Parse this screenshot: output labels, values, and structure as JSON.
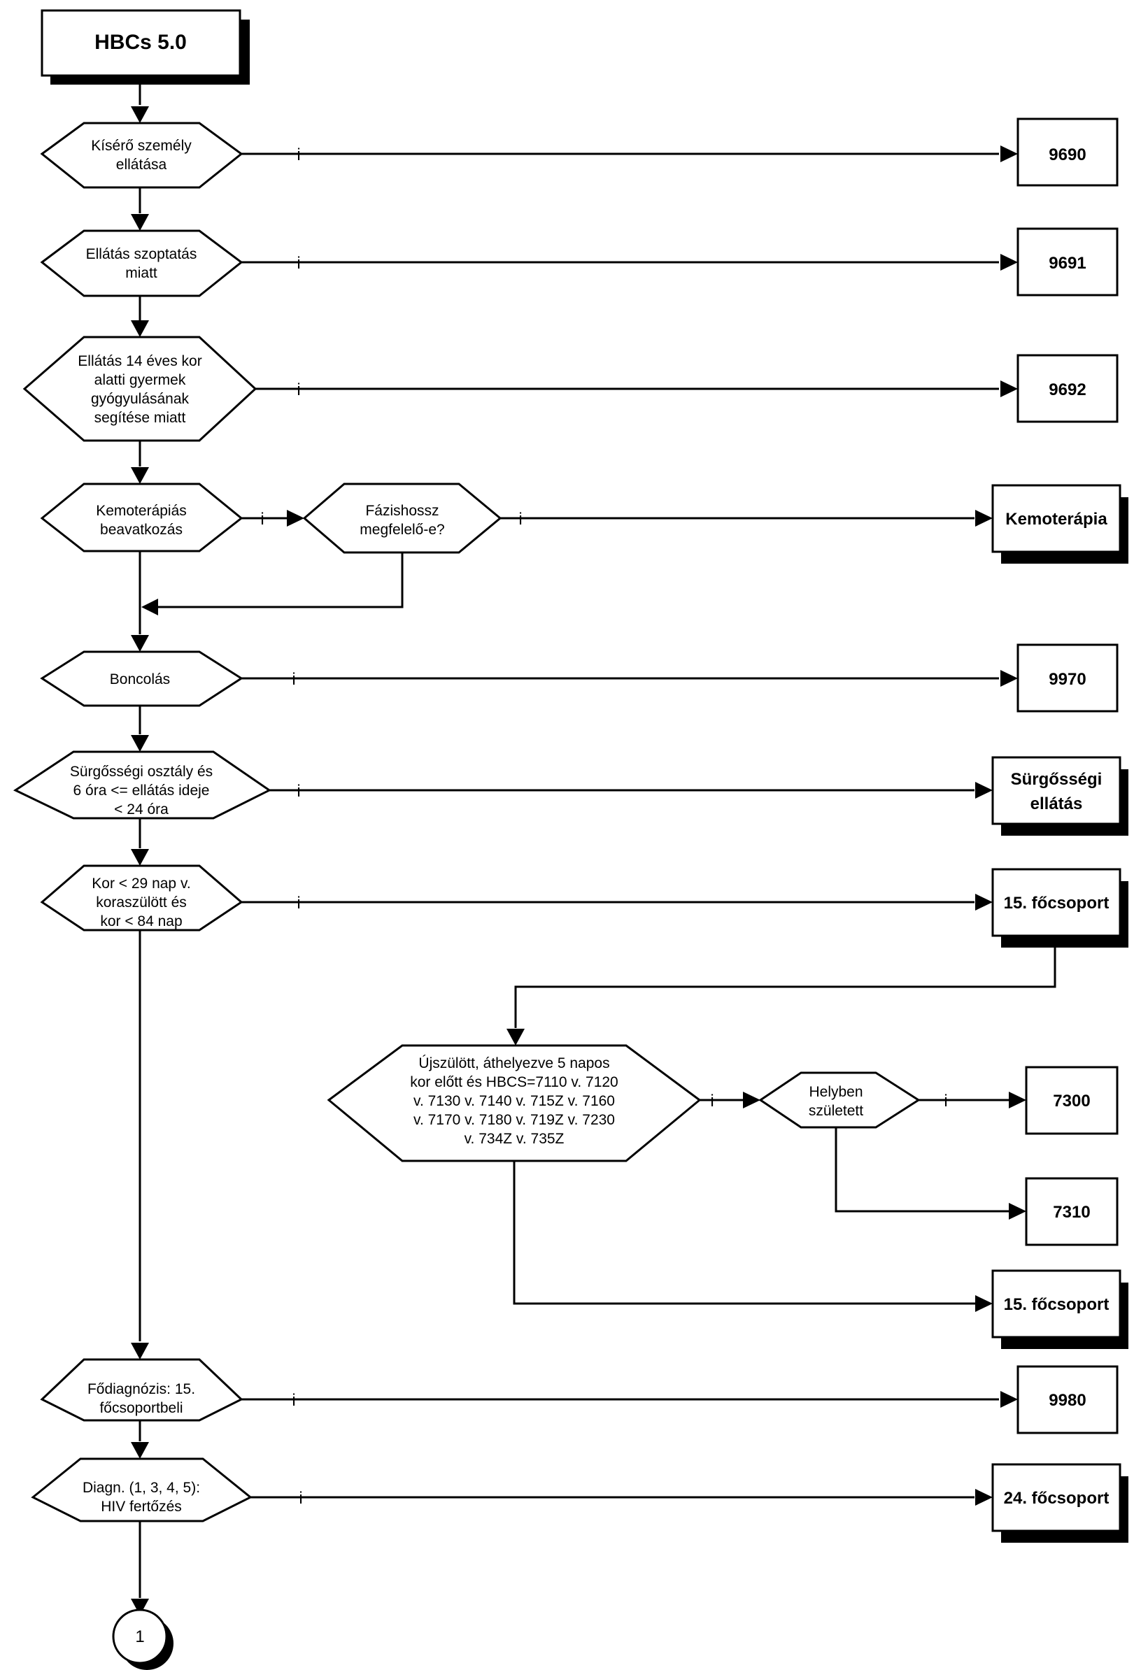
{
  "start": {
    "title": "HBCs 5.0"
  },
  "decisions": [
    {
      "id": "d1",
      "lines": [
        "Kísérő személy",
        "ellátása"
      ]
    },
    {
      "id": "d2",
      "lines": [
        "Ellátás szoptatás",
        "miatt"
      ]
    },
    {
      "id": "d3",
      "lines": [
        "Ellátás 14 éves kor",
        "alatti gyermek",
        "gyógyulásának",
        "segítése miatt"
      ]
    },
    {
      "id": "d4",
      "lines": [
        "Kemoterápiás",
        "beavatkozás"
      ]
    },
    {
      "id": "d4b",
      "lines": [
        "Fázishossz",
        "megfelelő-e?"
      ]
    },
    {
      "id": "d5",
      "lines": [
        "Boncolás"
      ]
    },
    {
      "id": "d6",
      "lines": [
        "Sürgősségi osztály és",
        "6 óra <= ellátás ideje",
        "< 24 óra"
      ]
    },
    {
      "id": "d7",
      "lines": [
        "Kor < 29 nap v.",
        "koraszülött és",
        "kor < 84 nap"
      ]
    },
    {
      "id": "d8",
      "lines": [
        "Újszülött, áthelyezve 5 napos",
        "kor előtt és HBCS=7110 v. 7120",
        "v. 7130 v. 7140 v. 715Z v. 7160",
        "v. 7170 v. 7180 v. 719Z v. 7230",
        "v. 734Z v. 735Z"
      ]
    },
    {
      "id": "d9",
      "lines": [
        "Helyben",
        "született"
      ]
    },
    {
      "id": "d10",
      "lines": [
        "Fődiagnózis: 15.",
        "főcsoportbeli"
      ]
    },
    {
      "id": "d11",
      "lines": [
        "Diagn. (1, 3, 4, 5):",
        "HIV fertőzés"
      ]
    }
  ],
  "outcomes": [
    {
      "id": "o1",
      "lines": [
        "9690"
      ]
    },
    {
      "id": "o2",
      "lines": [
        "9691"
      ]
    },
    {
      "id": "o3",
      "lines": [
        "9692"
      ]
    },
    {
      "id": "o4",
      "lines": [
        "Kemoterápia"
      ]
    },
    {
      "id": "o5",
      "lines": [
        "9970"
      ]
    },
    {
      "id": "o6",
      "lines": [
        "Sürgősségi",
        "ellátás"
      ]
    },
    {
      "id": "o7",
      "lines": [
        "15. főcsoport"
      ]
    },
    {
      "id": "o8",
      "lines": [
        "7300"
      ]
    },
    {
      "id": "o9",
      "lines": [
        "7310"
      ]
    },
    {
      "id": "o10",
      "lines": [
        "15. főcsoport"
      ]
    },
    {
      "id": "o11",
      "lines": [
        "9980"
      ]
    },
    {
      "id": "o12",
      "lines": [
        "24. főcsoport"
      ]
    }
  ],
  "yes_label": "i",
  "connector": {
    "label": "1"
  }
}
